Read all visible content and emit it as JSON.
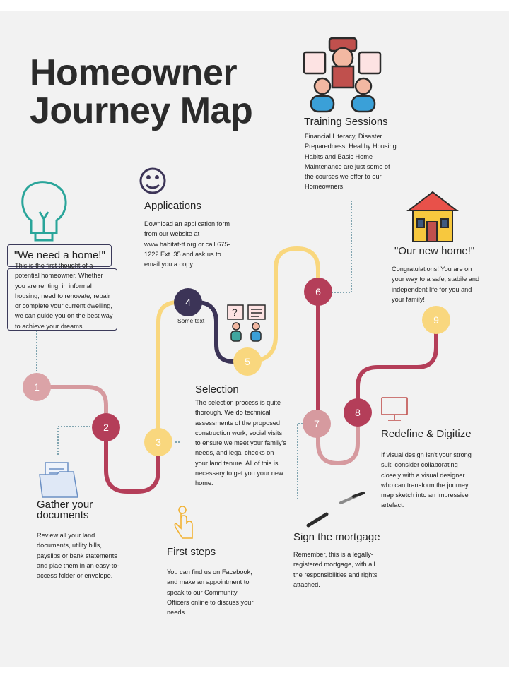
{
  "title": {
    "line1": "Homeowner",
    "line2": "Journey Map"
  },
  "colors": {
    "background": "#f2f2f2",
    "pink": "#d69a9f",
    "crimson": "#b43e59",
    "yellow": "#f9d77e",
    "navy": "#3c3457",
    "connector": "#5b8a9a",
    "box_border": "#3b3a5a"
  },
  "nodes": [
    {
      "number": "1",
      "color": "#dba3a7"
    },
    {
      "number": "2",
      "color": "#b43e59"
    },
    {
      "number": "3",
      "color": "#f9d77e"
    },
    {
      "number": "4",
      "color": "#3c3457"
    },
    {
      "number": "5",
      "color": "#f9d77e"
    },
    {
      "number": "6",
      "color": "#b43e59"
    },
    {
      "number": "7",
      "color": "#d69a9f"
    },
    {
      "number": "8",
      "color": "#b43e59"
    },
    {
      "number": "9",
      "color": "#f9d77e"
    }
  ],
  "node4_note": "Some text",
  "need_home": {
    "quote": "\"We need a home!\"",
    "text": "This is the first thought of a potential homeowner. Whether you are renting, in informal housing, need to renovate, repair or complete your current dwelling, we can guide you on the best way to achieve your dreams.",
    "icon": "lightbulb-icon"
  },
  "applications": {
    "heading": "Applications",
    "text": "Download an application form from our website at www.habitat-tt.org or call 675-1222 Ext. 35 and ask us to email you a copy.",
    "icon": "smiley-icon"
  },
  "training": {
    "heading": "Training Sessions",
    "text": "Financial Literacy, Disaster Preparedness, Healthy Housing Habits and Basic Home Maintenance are just some of the courses we offer to our Homeowners.",
    "icon": "training-group-icon"
  },
  "new_home": {
    "quote": "\"Our new home!\"",
    "text": "Congratulations! You are on your way to a safe, stabile and independent life for you and your family!",
    "icon": "house-icon"
  },
  "selection": {
    "heading": "Selection",
    "text": "The selection process is quite thorough. We do technical assessments of the proposed construction work, social visits to ensure we meet your family's needs, and legal checks on your land tenure. All of this is necessary to get you your new home.",
    "icon": "question-people-icon"
  },
  "gather": {
    "heading_line1": "Gather your",
    "heading_line2": "documents",
    "text": "Review all your land documents, utility bills, payslips or bank statements and plae them in an easy-to-access folder or envelope.",
    "icon": "folder-icon"
  },
  "first_steps": {
    "heading": "First steps",
    "text": " You can find us on Facebook, and make an appointment to speak to our Community Officers online to discuss your needs.",
    "icon": "hand-pointer-icon"
  },
  "mortgage": {
    "heading": "Sign the mortgage",
    "text": "Remember, this is a legally-registered mortgage, with all the responsibilities and rights attached.",
    "icon": "pen-icon"
  },
  "redefine": {
    "heading": "Redefine & Digitize",
    "text": "If visual design isn't your strong suit, consider collaborating closely with a visual designer who can transform the journey map sketch into an impressive artefact.",
    "icon": "monitor-icon"
  }
}
